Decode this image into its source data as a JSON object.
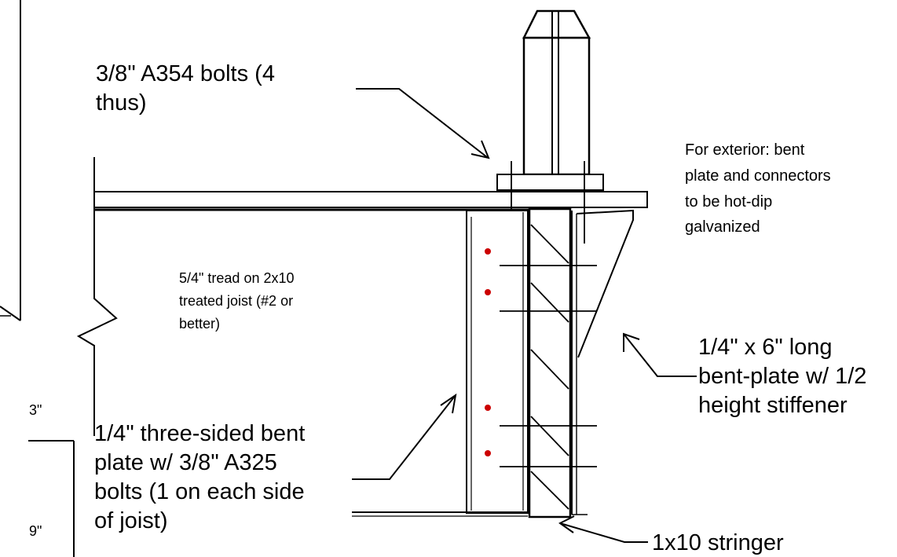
{
  "labels": {
    "bolts_a354": [
      "3/8\" A354 bolts (4",
      "thus)"
    ],
    "exterior_note": [
      "For exterior: bent",
      "plate and connectors",
      "to be hot-dip",
      "galvanized"
    ],
    "tread": [
      "5/4\" tread on 2x10",
      "treated joist (#2 or",
      "better)"
    ],
    "bent_plate_long": [
      "1/4\" x 6\" long",
      "bent-plate w/ 1/2",
      "height stiffener"
    ],
    "three_sided_plate": [
      "1/4\" three-sided bent",
      "plate w/ 3/8\" A325",
      "bolts (1 on each side",
      "of joist)"
    ],
    "stringer": "1x10 stringer",
    "dim_3": "3\"",
    "dim_9": "9\""
  },
  "colors": {
    "line": "#000000",
    "bolt_dot": "#cc0000"
  }
}
